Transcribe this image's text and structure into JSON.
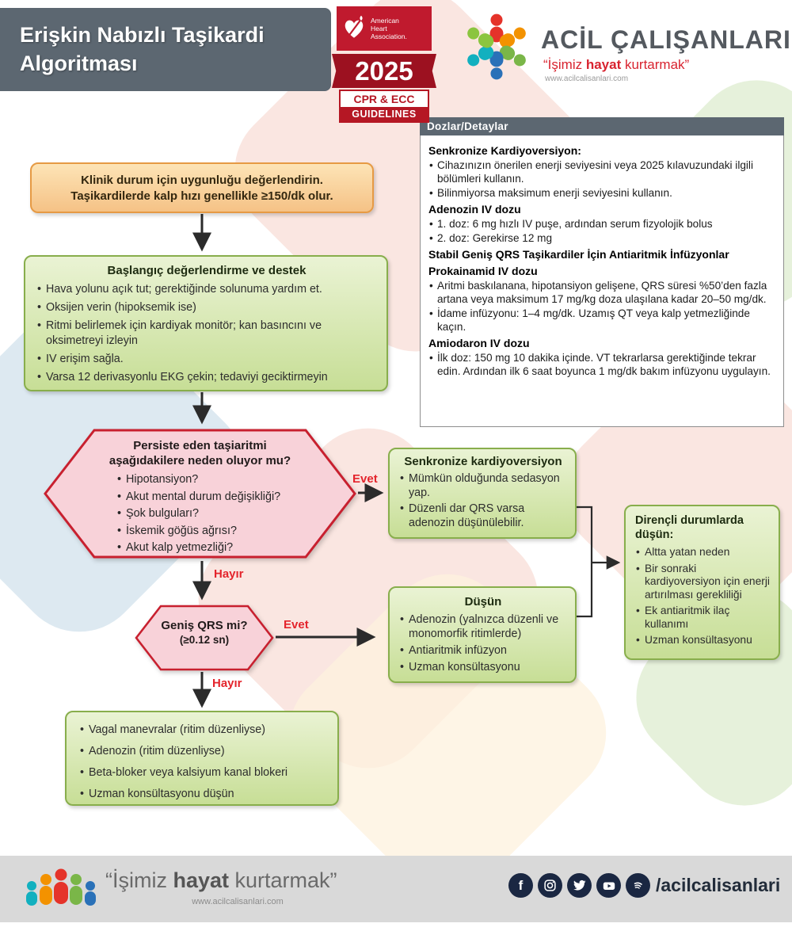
{
  "header": {
    "title_line1": "Erişkin Nabızlı Taşikardi",
    "title_line2": "Algoritması",
    "aha": {
      "org": "American Heart Association.",
      "year": "2025",
      "cpr_ecc": "CPR & ECC",
      "guidelines": "GUIDELINES"
    },
    "brand": {
      "name": "ACİL ÇALIŞANLARI",
      "tagline_prefix": "“İşimiz ",
      "tagline_bold": "hayat",
      "tagline_suffix": " kurtarmak”",
      "website": "www.acilcalisanlari.com"
    }
  },
  "dose_panel": {
    "title": "Dozlar/Detaylar",
    "sections": [
      {
        "heading": "Senkronize Kardiyoversiyon:",
        "bullets": [
          "Cihazınızın önerilen enerji seviyesini veya 2025 kılavuzundaki ilgili bölümleri kullanın.",
          "Bilinmiyorsa maksimum enerji seviyesini kullanın."
        ]
      },
      {
        "heading": "Adenozin IV dozu",
        "bullets": [
          "1. doz: 6 mg hızlı IV puşe, ardından serum fizyolojik bolus",
          "2. doz: Gerekirse 12 mg"
        ]
      },
      {
        "heading": "Stabil Geniş QRS Taşikardiler İçin Antiaritmik İnfüzyonlar",
        "bullets": []
      },
      {
        "heading": "Prokainamid IV dozu",
        "bullets": [
          "Aritmi baskılanana, hipotansiyon gelişene, QRS süresi %50’den fazla artana veya maksimum 17 mg/kg doza ulaşılana kadar 20–50 mg/dk.",
          "İdame infüzyonu: 1–4 mg/dk. Uzamış QT veya kalp yetmezliğinde kaçın."
        ]
      },
      {
        "heading": "Amiodaron IV dozu",
        "bullets": [
          "İlk doz: 150 mg 10 dakika içinde. VT tekrarlarsa gerektiğinde tekrar edin. Ardından ilk 6 saat boyunca 1 mg/dk bakım infüzyonu uygulayın."
        ]
      }
    ]
  },
  "flow": {
    "start_box": {
      "line1": "Klinik durum için uygunluğu değerlendirin.",
      "line2": "Taşikardilerde kalp hızı genellikle ≥150/dk olur."
    },
    "initial_box": {
      "title": "Başlangıç değerlendirme ve destek",
      "bullets": [
        "Hava yolunu açık tut; gerektiğinde solunuma yardım et.",
        "Oksijen verin (hipoksemik ise)",
        "Ritmi belirlemek için kardiyak monitör; kan basıncını ve oksimetreyi izleyin",
        "IV erişim sağla.",
        "Varsa 12 derivasyonlu EKG çekin; tedaviyi geciktirmeyin"
      ]
    },
    "decision_unstable": {
      "title_line1": "Persiste eden taşiaritmi",
      "title_line2": "aşağıdakilere neden oluyor mu?",
      "bullets": [
        "Hipotansiyon?",
        "Akut mental durum değişikliği?",
        "Şok bulguları?",
        "İskemik göğüs ağrısı?",
        "Akut kalp yetmezliği?"
      ]
    },
    "cardioversion_box": {
      "title": "Senkronize kardiyoversiyon",
      "bullets": [
        "Mümkün olduğunda sedasyon yap.",
        "Düzenli dar QRS varsa adenozin düşünülebilir."
      ]
    },
    "decision_wide_qrs": {
      "title": "Geniş QRS mi?",
      "subtitle": "(≥0.12 sn)"
    },
    "consider_box": {
      "title": "Düşün",
      "bullets": [
        "Adenozin (yalnızca düzenli ve monomorfik ritimlerde)",
        "Antiaritmik infüzyon",
        "Uzman konsültasyonu"
      ]
    },
    "refractory_box": {
      "title_line1": "Dirençli durumlarda",
      "title_line2": "düşün:",
      "bullets": [
        "Altta yatan neden",
        "Bir sonraki kardiyoversiyon için enerji artırılması gerekliliği",
        "Ek antiaritmik ilaç kullanımı",
        "Uzman konsültasyonu"
      ]
    },
    "narrow_box": {
      "bullets": [
        "Vagal manevralar (ritim düzenliyse)",
        "Adenozin (ritim düzenliyse)",
        "Beta-bloker veya kalsiyum kanal blokeri",
        "Uzman konsültasyonu düşün"
      ]
    },
    "labels": {
      "yes": "Evet",
      "no": "Hayır"
    }
  },
  "footer": {
    "tagline_prefix": "“İşimiz ",
    "tagline_bold": "hayat",
    "tagline_suffix": " kurtarmak”",
    "website": "www.acilcalisanlari.com",
    "social_handle": "/acilcalisanlari",
    "social_icons": [
      "facebook",
      "instagram",
      "twitter",
      "youtube",
      "spotify"
    ],
    "facebook_glyph": "f"
  },
  "colors": {
    "header_slate": "#5c6771",
    "aha_red": "#c01a2e",
    "accent_red": "#d8232f",
    "green_border": "#88ae4c",
    "green_fill": "#d5e7ab",
    "orange_border": "#e69a44",
    "pink_fill": "#f8d2d9",
    "pink_border": "#c8202f"
  }
}
